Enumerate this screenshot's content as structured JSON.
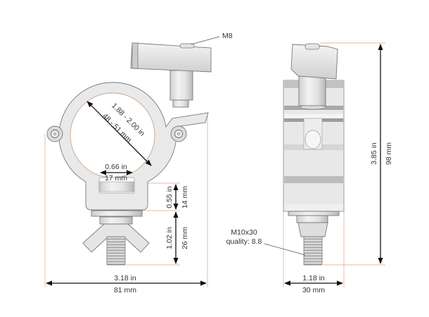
{
  "diagram": {
    "subject": "half coupler pipe clamp technical drawing",
    "colors": {
      "background": "#ffffff",
      "extension_line": "#e8b898",
      "dimension_line": "#111111",
      "label_text": "#333333",
      "part_fill": "#e6e6e6",
      "part_shade": "#c4c4c4",
      "part_stroke": "#7a7a7a"
    },
    "front_view": {
      "tube_diameter_in": "1.88 - 2.00 in",
      "tube_diameter_mm": "48 - 51 mm",
      "slot_width_in": "0.66 in",
      "slot_width_mm": "17 mm",
      "base_height_in": "0.55 in",
      "base_height_mm": "14 mm",
      "bolt_length_in": "1.02 in",
      "bolt_length_mm": "26 mm",
      "overall_width_in": "3.18 in",
      "overall_width_mm": "81 mm",
      "knob_thread_label": "M8"
    },
    "side_view": {
      "overall_height_in": "3.85 in",
      "overall_height_mm": "98 mm",
      "width_in": "1.18 in",
      "width_mm": "30 mm",
      "bolt_label_line1": "M10x30",
      "bolt_label_line2": "quality: 8.8"
    }
  }
}
